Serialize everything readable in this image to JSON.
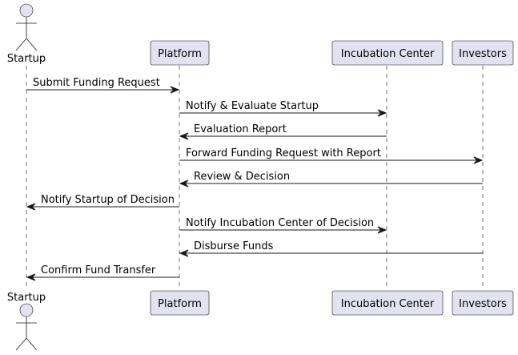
{
  "colors": {
    "participant_fill": "#E2E2F0",
    "participant_stroke": "#181818",
    "lifeline": "#181818",
    "arrow": "#181818",
    "background": "#FFFFFF"
  },
  "participants": [
    {
      "id": "startup",
      "label": "Startup",
      "kind": "actor"
    },
    {
      "id": "platform",
      "label": "Platform",
      "kind": "box"
    },
    {
      "id": "incubation",
      "label": "Incubation Center",
      "kind": "box"
    },
    {
      "id": "investors",
      "label": "Investors",
      "kind": "box"
    }
  ],
  "messages": [
    {
      "from": "startup",
      "to": "platform",
      "label": "Submit Funding Request"
    },
    {
      "from": "platform",
      "to": "incubation",
      "label": "Notify & Evaluate Startup"
    },
    {
      "from": "incubation",
      "to": "platform",
      "label": "Evaluation Report"
    },
    {
      "from": "platform",
      "to": "investors",
      "label": "Forward Funding Request with Report"
    },
    {
      "from": "investors",
      "to": "platform",
      "label": "Review & Decision"
    },
    {
      "from": "platform",
      "to": "startup",
      "label": "Notify Startup of Decision"
    },
    {
      "from": "platform",
      "to": "incubation",
      "label": "Notify Incubation Center of Decision"
    },
    {
      "from": "investors",
      "to": "platform",
      "label": "Disburse Funds"
    },
    {
      "from": "platform",
      "to": "startup",
      "label": "Confirm Fund Transfer"
    }
  ]
}
